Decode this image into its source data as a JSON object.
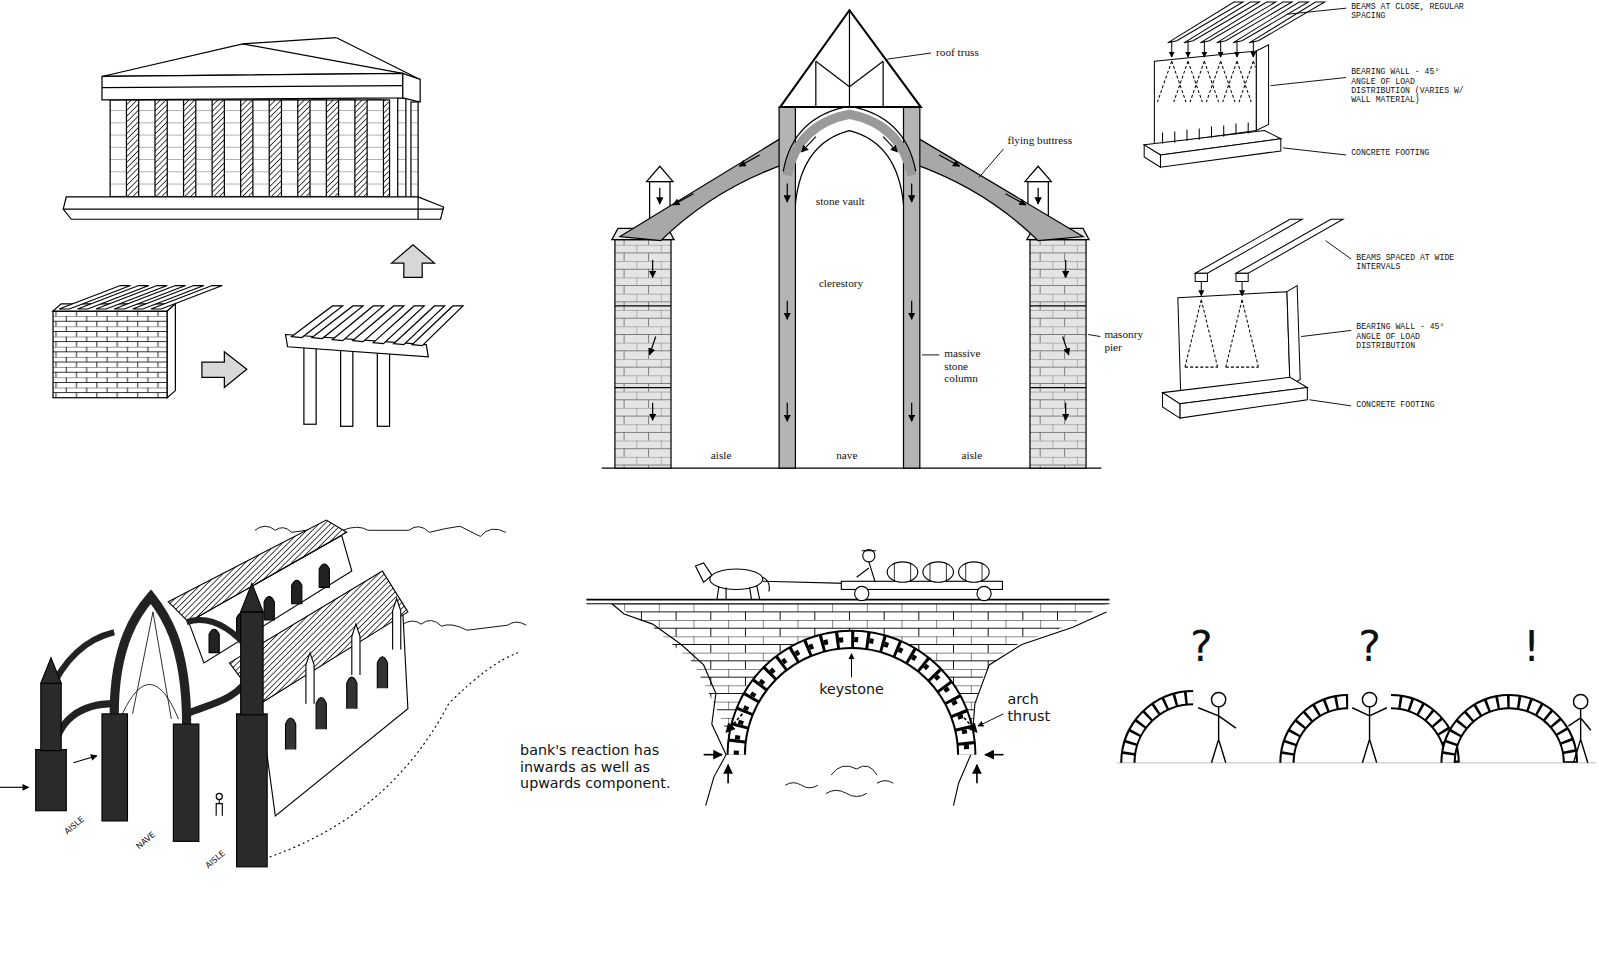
{
  "diagram": {
    "labels": [
      "roof truss",
      "flying buttress",
      "stone vault",
      "clerestory",
      "massive stone column",
      "masonry pier",
      "aisle",
      "nave",
      "aisle",
      "BEAMS AT CLOSE, REGULAR SPACING",
      "BEARING WALL - 45° ANGLE OF LOAD DISTRIBUTION (VARIES W/ WALL MATERIAL)",
      "CONCRETE FOOTING",
      "BEAMS SPACED AT WIDE INTERVALS",
      "BEARING WALL - 45° ANGLE OF LOAD DISTRIBUTION",
      "CONCRETE FOOTING",
      "AISLE",
      "NAVE",
      "AISLE",
      "keystone",
      "arch thrust",
      "bank's reaction has inwards as well as upwards component.",
      "?",
      "?",
      "!"
    ]
  }
}
